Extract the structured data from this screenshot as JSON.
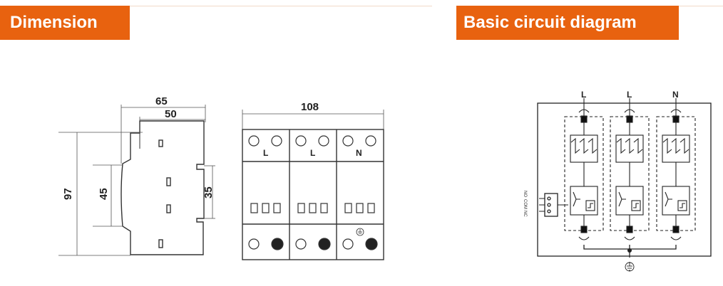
{
  "headers": {
    "dimension": "Dimension",
    "circuit": "Basic circuit diagram"
  },
  "dimensions": {
    "width_total": "65",
    "width_inner": "50",
    "height_total": "97",
    "height_mid": "45",
    "rail": "35",
    "front_width": "108"
  },
  "front_poles": [
    "L",
    "L",
    "N"
  ],
  "circuit_lines": [
    "L",
    "L",
    "N"
  ],
  "contact_labels": [
    "NO",
    "COM",
    "NC"
  ],
  "colors": {
    "accent": "#e8620f"
  }
}
